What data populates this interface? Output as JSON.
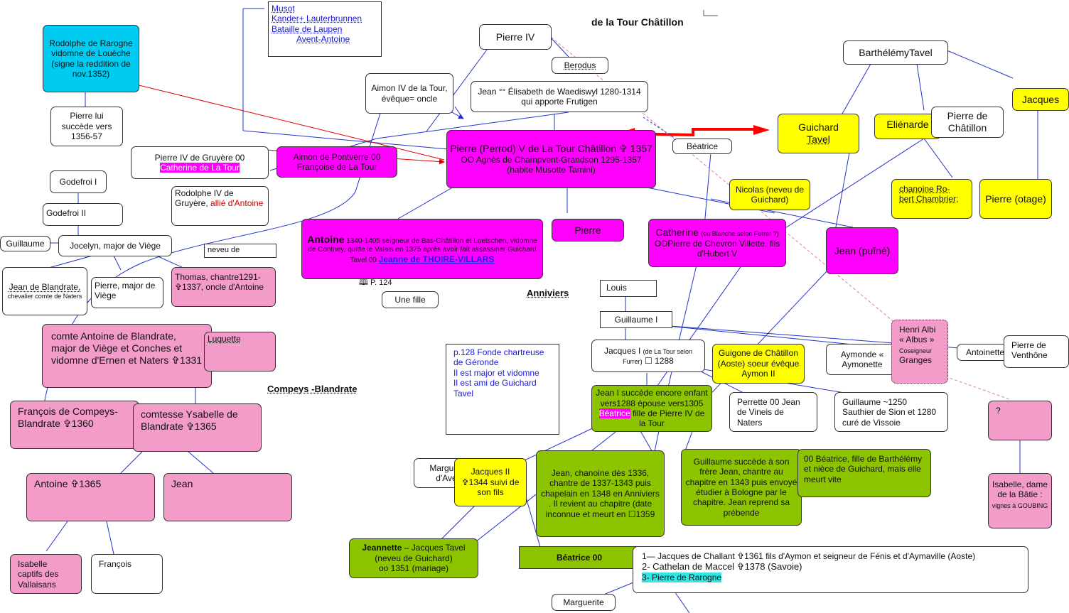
{
  "title": "de la Tour Châtillon",
  "labels": {
    "compeys": "Compeys -Blandrate",
    "anniviers": "Anniviers",
    "page124": "P. 124"
  },
  "musot": {
    "l1": "Musot",
    "l2": "Kander+ Lauterbrunnen",
    "l3": "Bataille de Laupen",
    "l4": "Avent-Antoine"
  },
  "rodolphe_rarogne": "Rodolphe de Rarogne vidomne de Louèche (signe la reddition de nov.1352)",
  "pierre_lui": "Pierre lui succède vers 1356-57",
  "pierre_iv_gruyere": {
    "l1": "Pierre IV de Gruyère 00",
    "l2": "Catherine de La Tour"
  },
  "rodolphe_iv": {
    "l1": "Rodolphe IV de Gruyère,",
    "l2": "allié d'Antoine"
  },
  "godefroi_i": "Godefroi I",
  "godefroi_ii": "Godefroi II",
  "guillaume_left": "Guillaume",
  "jocelyn": "Jocelyn, major de Viège",
  "neveu_de": "neveu de",
  "jean_blandrate": {
    "l1": "Jean de Blandrate,",
    "l2": "chevalier comte de Naters"
  },
  "pierre_major": "Pierre, major de Viège",
  "thomas": "Thomas, chantre1291-✞1337, oncle d'Antoine",
  "comte_antoine": "comte Antoine de Blandrate, major de Viège et Conches et vidomne d'Ernen et Naters ✞1331",
  "luquette": "Luquette",
  "francois_compeys": "François de Compeys-Blandrate ✞1360",
  "ysabelle": "comtesse Ysabelle de Blandrate ✞1365",
  "antoine_1365": "Antoine ✞1365",
  "jean_left": "Jean",
  "isabelle_captifs": "Isabelle captifs des Vallaisans",
  "francois": "François",
  "pierre_iv": "Pierre IV",
  "berodus": "Berodus",
  "aimon_iv": "Aimon IV de la Tour, évêque= oncle",
  "jean_elisabeth": "Jean °°  Élisabeth de Waediswyl 1280-1314 qui apporte Frutigen",
  "aimon_pontverre": {
    "l1": "Aimon de Pontverre 00",
    "l2": "Françoise de La Tour"
  },
  "pierre_v": {
    "l1": "Pierre (Perrod) V de La Tour Châtillon ✞ 1357",
    "l2": "OO Agnès de Champvent-Grandson 1295-1357 (habite Musotte Tamini)"
  },
  "beatrice_top": "Béatrice",
  "antoine_main": {
    "name": "Antoine",
    "l1": "1340-1405 seigneur de Bas-Châtillon et Loetschen, vidomne de Conthey, quitte le Valais en 1375 après avoir fait assassiner Guichard Tavel 00",
    "link": "Jeanne de THOIRE-VILLARS"
  },
  "pierre_mid": "Pierre",
  "catherine": {
    "name": "Catherine",
    "sm": "(ou Blanche selon Furrer ?)",
    "l2": "OOPierre de Chevron Villette, fils d'Hubert V"
  },
  "une_fille": "Une fille",
  "barthelemy": "BarthélémyTavel",
  "guichard": {
    "l1": "Guichard",
    "l2": "Tavel"
  },
  "elienarde": "Eliénarde",
  "pierre_chatillon": "Pierre de Châtillon",
  "jacques_right": "Jacques",
  "nicolas": "Nicolas (neveu de Guichard)",
  "chanoine": "chanoine Ro-bert Chambrier;",
  "pierre_otage": "Pierre (otage)",
  "jean_puine": "Jean (puîné)",
  "louis": "Louis",
  "guillaume_i": "Guillaume I",
  "jacques_i": {
    "l1": "Jacques I",
    "sm": "(de La Tour selon Furrer)",
    "l2": "☐ 1288"
  },
  "guigone": "Guigone de Châtillon (Aoste) soeur évêque Aymon II",
  "aymonde": "Aymonde « Aymonette",
  "antoinette": "Antoinette",
  "henri": {
    "l1": "Henri Albi « Albus »",
    "sm": "Coseigneur",
    "l2": "Granges"
  },
  "pierre_venthone": "Pierre de Venthône",
  "p128": {
    "l1": "p.128 Fonde chartreuse de Géronde",
    "l2": "Il est major et vidomne",
    "l3": "Il est ami de Guichard Tavel"
  },
  "jean_i": {
    "l1": "Jean I succède encore enfant vers1288 épouse vers1305",
    "hl": "Béatrice",
    "l2": "fille de Pierre IV de la Tour"
  },
  "perrette": "Perrette 00 Jean de Vineis de Naters",
  "guillaume_1250": "Guillaume ~1250 Sauthier de Sion et 1280 curé de Vissoie",
  "question": "?",
  "isabelle_batie": {
    "l1": "Isabelle, dame de la Bâtie :",
    "sm": "vignes à GOUBING"
  },
  "marguerite_avent": "Marguerite d'Avent",
  "jacques_ii": "Jacques II ✞1344 suivi de son fils",
  "jean_chanoine": "Jean, chanoine dès 1336, chantre de 1337-1343 puis chapelain en 1348 en Anniviers . Il revient  au chapitre (date inconnue et meurt en ☐1359",
  "guillaume_succede": "Guillaume  succède à son frère Jean, chantre au chapitre en 1343 puis envoyé étudier à Bologne par le chapitre. Jean reprend sa prébende",
  "beatrice_00_right": "00 Béatrice, fille de Barthélémy et nièce de Guichard, mais elle meurt vite",
  "jeannette": {
    "name": "Jeannette",
    "l1": "– Jacques Tavel (neveu de Guichard)",
    "l2": "oo 1351 (mariage)"
  },
  "beatrice_00": "Béatrice 00",
  "marguerite_bottom": "Marguerite",
  "spouses": {
    "l1": "1— Jacques de Challant ✞1361   fils d'Aymon et seigneur de Fénis et d'Aymaville (Aoste)",
    "l2": "2- Cathelan de Maccel ✞1378 (Savoie)",
    "l3": "3- Pierre de Rarogne"
  },
  "colors": {
    "pink": "#f39bc9",
    "magenta": "#ff00ff",
    "yellow": "#ffff00",
    "green": "#8cc400",
    "cyan": "#00ccf2",
    "arrow_red": "#ff0000",
    "line_blue": "#2233cc"
  }
}
